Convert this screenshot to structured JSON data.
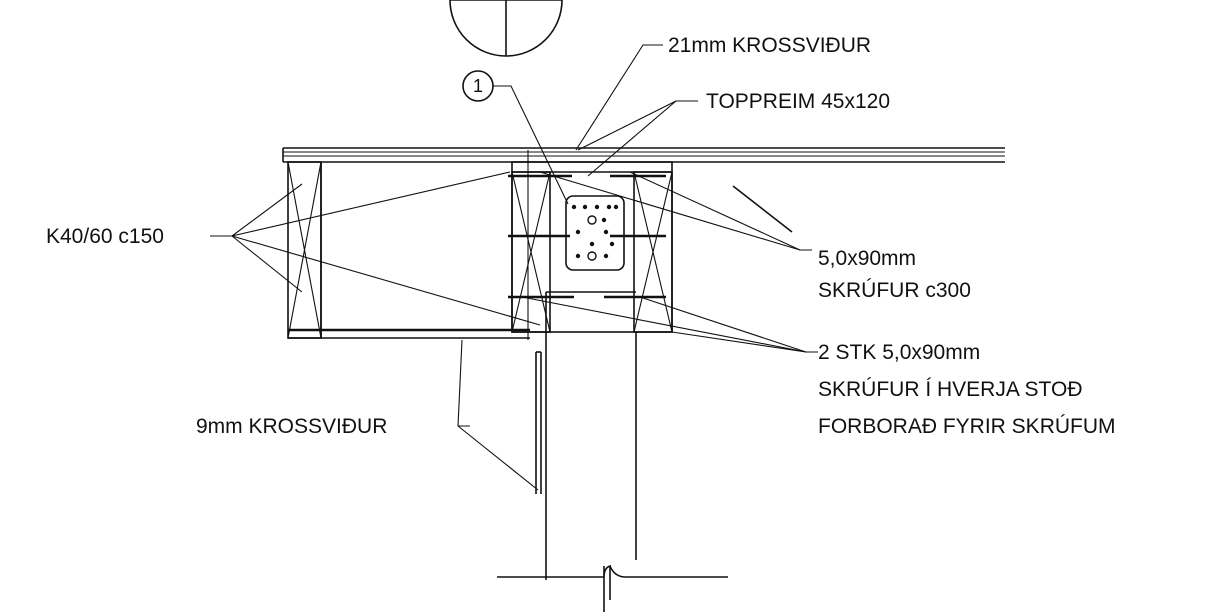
{
  "detail_marker": "1",
  "labels": {
    "plywood_21": "21mm KROSSVIÐUR",
    "top_plate": "TOPPREIM 45x120",
    "k_beam": "K40/60 c150",
    "screws_c300_line1": "5,0x90mm",
    "screws_c300_line2": "SKRÚFUR c300",
    "screws_stk_line1": "2 STK 5,0x90mm",
    "screws_stk_line2": "SKRÚFUR Í HVERJA STOÐ",
    "screws_stk_line3": "FORBORAÐ FYRIR SKRÚFUM",
    "plywood_9": "9mm KROSSVIÐUR"
  }
}
